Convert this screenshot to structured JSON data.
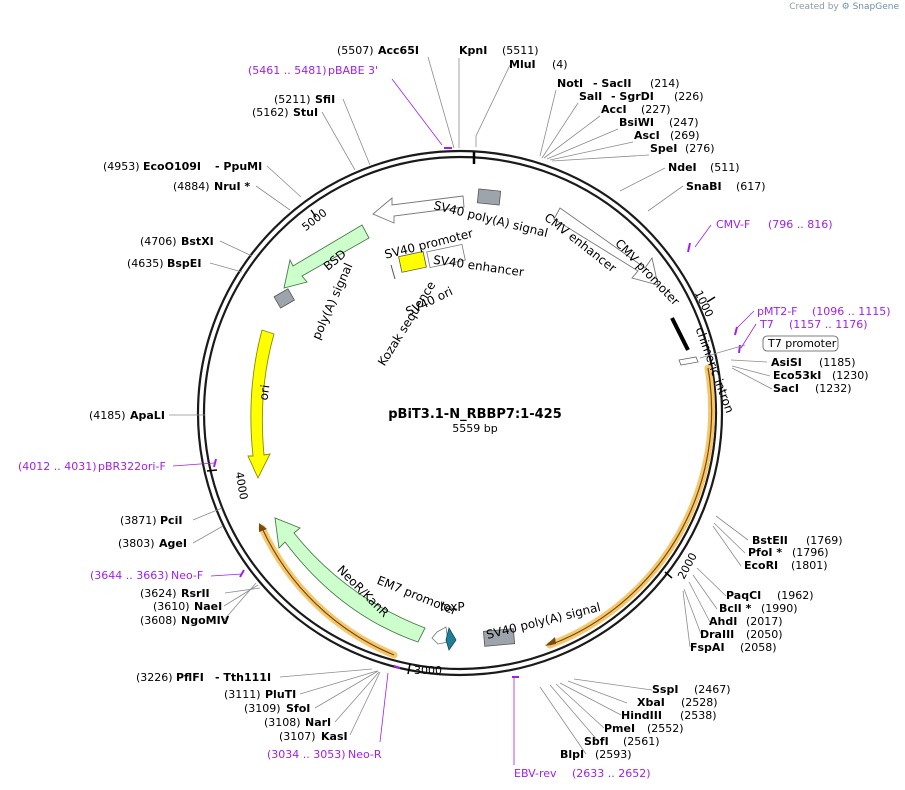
{
  "credit": {
    "prefix": "Created by",
    "brand": "SnapGene"
  },
  "plasmid": {
    "name": "pBiT3.1-N_RBBP7:1-425",
    "length": "5559 bp"
  },
  "ticks": [
    "1000",
    "2000",
    "3000",
    "4000",
    "5000"
  ],
  "sites": [
    {
      "name": "KpnI",
      "pos": "(5511)"
    },
    {
      "name": "Acc65I",
      "pos": "(5507)"
    },
    {
      "name": "MluI",
      "pos": "(4)"
    },
    {
      "name": "NotI",
      "pos": ""
    },
    {
      "name": "- SacII",
      "pos": "(214)"
    },
    {
      "name": "SalI",
      "pos": ""
    },
    {
      "name": "- SgrDI",
      "pos": "(226)"
    },
    {
      "name": "AccI",
      "pos": "(227)"
    },
    {
      "name": "BsiWI",
      "pos": "(247)"
    },
    {
      "name": "AscI",
      "pos": "(269)"
    },
    {
      "name": "SpeI",
      "pos": "(276)"
    },
    {
      "name": "NdeI",
      "pos": "(511)"
    },
    {
      "name": "SnaBI",
      "pos": "(617)"
    },
    {
      "name": "AsiSI",
      "pos": "(1185)"
    },
    {
      "name": "Eco53kI",
      "pos": "(1230)"
    },
    {
      "name": "SacI",
      "pos": "(1232)"
    },
    {
      "name": "BstEII",
      "pos": "(1769)"
    },
    {
      "name": "PfoI *",
      "pos": "(1796)"
    },
    {
      "name": "EcoRI",
      "pos": "(1801)"
    },
    {
      "name": "PaqCI",
      "pos": "(1962)"
    },
    {
      "name": "BclI *",
      "pos": "(1990)"
    },
    {
      "name": "AhdI",
      "pos": "(2017)"
    },
    {
      "name": "DraIII",
      "pos": "(2050)"
    },
    {
      "name": "FspAI",
      "pos": "(2058)"
    },
    {
      "name": "SspI",
      "pos": "(2467)"
    },
    {
      "name": "XbaI",
      "pos": "(2528)"
    },
    {
      "name": "HindIII",
      "pos": "(2538)"
    },
    {
      "name": "PmeI",
      "pos": "(2552)"
    },
    {
      "name": "SbfI",
      "pos": "(2561)"
    },
    {
      "name": "BlpI",
      "pos": "(2593)"
    },
    {
      "name": "PflFI",
      "pos": "(3226)"
    },
    {
      "name": "- Tth111I",
      "pos": ""
    },
    {
      "name": "PluTI",
      "pos": "(3111)"
    },
    {
      "name": "SfoI",
      "pos": "(3109)"
    },
    {
      "name": "NarI",
      "pos": "(3108)"
    },
    {
      "name": "KasI",
      "pos": "(3107)"
    },
    {
      "name": "RsrII",
      "pos": "(3624)"
    },
    {
      "name": "NaeI",
      "pos": "(3610)"
    },
    {
      "name": "NgoMIV",
      "pos": "(3608)"
    },
    {
      "name": "AgeI",
      "pos": "(3803)"
    },
    {
      "name": "PciI",
      "pos": "(3871)"
    },
    {
      "name": "ApaLI",
      "pos": "(4185)"
    },
    {
      "name": "BspEI",
      "pos": "(4635)"
    },
    {
      "name": "BstXI",
      "pos": "(4706)"
    },
    {
      "name": "NruI *",
      "pos": "(4884)"
    },
    {
      "name": "EcoO109I",
      "pos": "(4953)"
    },
    {
      "name": "- PpuMI",
      "pos": ""
    },
    {
      "name": "StuI",
      "pos": "(5162)"
    },
    {
      "name": "SfiI",
      "pos": "(5211)"
    }
  ],
  "primers": [
    {
      "label": "pBABE 3'",
      "range": "(5461 .. 5481)"
    },
    {
      "label": "CMV-F",
      "range": "(796 .. 816)"
    },
    {
      "label": "pMT2-F",
      "range": "(1096 .. 1115)"
    },
    {
      "label": "T7",
      "range": "(1157 .. 1176)"
    },
    {
      "label": "EBV-rev",
      "range": "(2633 .. 2652)"
    },
    {
      "label": "Neo-R",
      "range": "(3034 .. 3053)"
    },
    {
      "label": "Neo-F",
      "range": "(3644 .. 3663)"
    },
    {
      "label": "pBR322ori-F",
      "range": "(4012 .. 4031)"
    }
  ],
  "features": {
    "sv40_polya_1": "SV40 poly(A) signal",
    "cmv_enhancer": "CMV enhancer",
    "cmv_promoter": "CMV promoter",
    "chimeric_intron": "chimeric intron",
    "t7_promoter": "T7 promoter",
    "sv40_polya_2": "SV40 poly(A) signal",
    "loxp": "loxP",
    "em7_promoter": "EM7 promoter",
    "neor_kanr": "NeoR/KanR",
    "ori": "ori",
    "polya_signal": "poly(A) signal",
    "bsd": "BSD",
    "sv40_promoter": "SV40 promoter",
    "kozak": "Kozak sequence",
    "sv40_ori": "SV40 ori",
    "sv40_enhancer": "SV40 enhancer"
  },
  "colors": {
    "ring": "#1a1a1a",
    "primer": "#a020f0",
    "ori": "#ffff00",
    "resistance": "#ccffcc",
    "orf_highlight": "#f5c86e",
    "polya": "#9ea4ab",
    "loxp": "#1f7f96"
  }
}
